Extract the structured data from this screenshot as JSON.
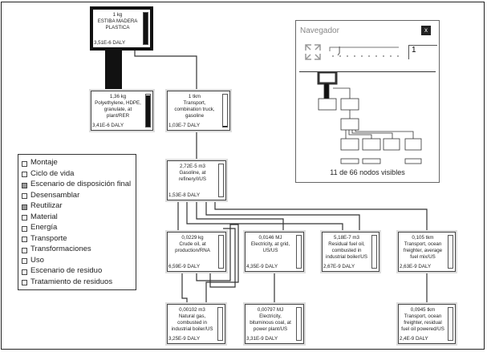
{
  "nodes": [
    {
      "id": "n0",
      "amount": "1 kg",
      "name": "ESTIBA MADERA PLASTICA",
      "score": "3,51E-6 DALY",
      "fill": 1.0
    },
    {
      "id": "n1",
      "amount": "1,36 kg",
      "name": "Polyethylene, HDPE, granulate, at plant/RER",
      "score": "3,41E-6 DALY",
      "fill": 0.97
    },
    {
      "id": "n2",
      "amount": "1 tkm",
      "name": "Transport, combination truck, gasoline",
      "score": "1,03E-7 DALY",
      "fill": 0.03
    },
    {
      "id": "n3",
      "amount": "2,72E-5 m3",
      "name": "Gasoline, at refinery/l/US",
      "score": "1,53E-8 DALY",
      "fill": 0.0
    },
    {
      "id": "n4",
      "amount": "0,0229 kg",
      "name": "Crude oil, at production/RNA",
      "score": "6,59E-9 DALY",
      "fill": 0.0
    },
    {
      "id": "n5",
      "amount": "0,0146 MJ",
      "name": "Electricity, at grid, US/US",
      "score": "4,35E-9 DALY",
      "fill": 0.0
    },
    {
      "id": "n6",
      "amount": "5,18E-7 m3",
      "name": "Residual fuel oil, combusted in industrial boiler/US",
      "score": "2,67E-9 DALY",
      "fill": 0.0
    },
    {
      "id": "n7",
      "amount": "0,105 tkm",
      "name": "Transport, ocean freighter, average fuel mix/US",
      "score": "2,63E-9 DALY",
      "fill": 0.0
    },
    {
      "id": "n8",
      "amount": "0,00102 m3",
      "name": "Natural gas, combusted in industrial boiler/US",
      "score": "3,25E-9 DALY",
      "fill": 0.0
    },
    {
      "id": "n9",
      "amount": "0,00797 MJ",
      "name": "Electricity, bituminous coal, at power plant/US",
      "score": "3,31E-9 DALY",
      "fill": 0.0
    },
    {
      "id": "n10",
      "amount": "0,0945 tkm",
      "name": "Transport, ocean freighter, residual fuel oil powered/US",
      "score": "2,4E-9 DALY",
      "fill": 0.0
    }
  ],
  "legend": [
    {
      "label": "Montaje",
      "checked": false
    },
    {
      "label": "Ciclo de vida",
      "checked": false
    },
    {
      "label": "Escenario de disposición final",
      "checked": true
    },
    {
      "label": "Desensamblar",
      "checked": false
    },
    {
      "label": "Reutilizar",
      "checked": true
    },
    {
      "label": "Material",
      "checked": false
    },
    {
      "label": "Energía",
      "checked": false
    },
    {
      "label": "Transporte",
      "checked": false
    },
    {
      "label": "Transformaciones",
      "checked": false
    },
    {
      "label": "Uso",
      "checked": false
    },
    {
      "label": "Escenario de residuo",
      "checked": false
    },
    {
      "label": "Tratamiento de residuos",
      "checked": false
    }
  ],
  "navigator": {
    "title": "Navegador",
    "close_label": "x",
    "zoom_value": "1",
    "zoom_fraction": 0.1,
    "visible_count": "11 de 66 nodos visibles"
  }
}
